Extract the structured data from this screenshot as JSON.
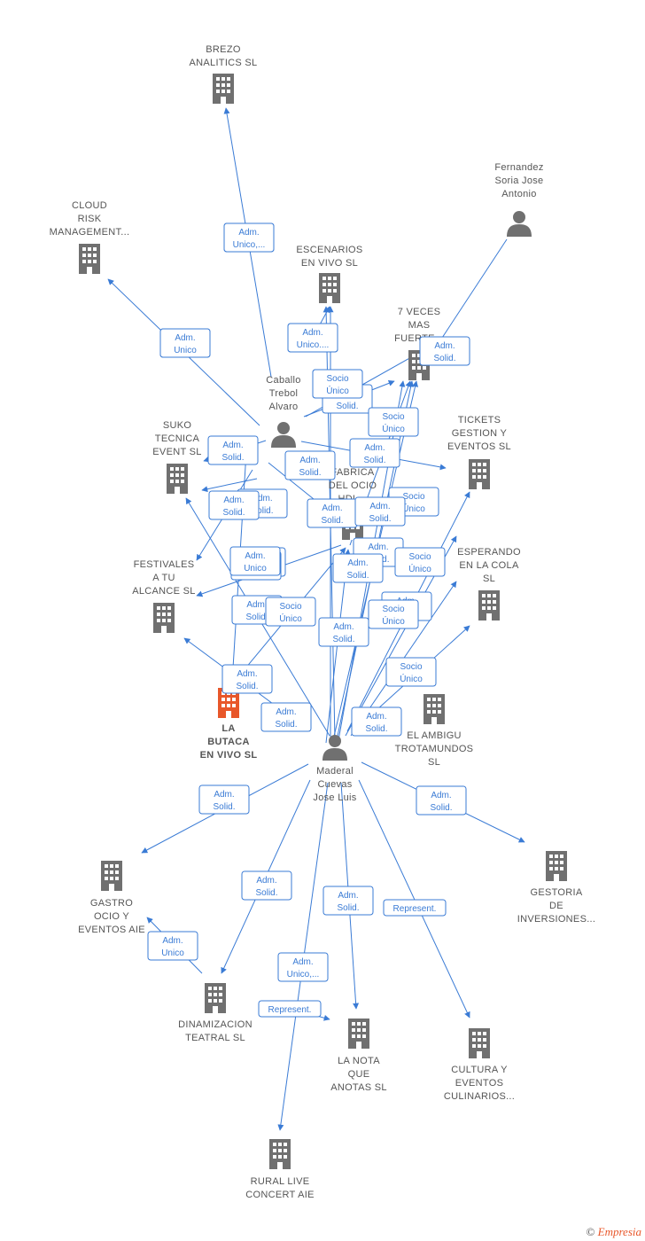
{
  "colors": {
    "edge": "#3a7bd5",
    "building": "#707070",
    "highlight": "#e8572a",
    "person": "#707070"
  },
  "footer": {
    "copyright": "©",
    "brand": "Empresia"
  },
  "nodes": [
    {
      "id": "brezo",
      "type": "building",
      "label": [
        "BREZO",
        "ANALITICS  SL"
      ]
    },
    {
      "id": "cloud",
      "type": "building",
      "label": [
        "CLOUD",
        "RISK",
        "MANAGEMENT..."
      ]
    },
    {
      "id": "escenarios",
      "type": "building",
      "label": [
        "ESCENARIOS",
        "EN VIVO  SL"
      ]
    },
    {
      "id": "fernandez",
      "type": "person",
      "label": [
        "Fernandez",
        "Soria Jose",
        "Antonio"
      ]
    },
    {
      "id": "sieteveces",
      "type": "building",
      "label": [
        "7 VECES",
        "MAS",
        "FUERTE..."
      ]
    },
    {
      "id": "caballo",
      "type": "person",
      "label": [
        "Caballo",
        "Trebol",
        "Alvaro"
      ]
    },
    {
      "id": "suko",
      "type": "building",
      "label": [
        "SUKO",
        "TECNICA",
        "EVENT  SL"
      ]
    },
    {
      "id": "tickets",
      "type": "building",
      "label": [
        "TICKETS",
        "GESTION Y",
        "EVENTOS  SL"
      ]
    },
    {
      "id": "fabrica",
      "type": "building",
      "label": [
        "FABRICA",
        "DEL OCIO",
        "HDL..."
      ]
    },
    {
      "id": "festivales",
      "type": "building",
      "label": [
        "FESTIVALES",
        "A TU",
        "ALCANCE  SL"
      ]
    },
    {
      "id": "esperando",
      "type": "building",
      "label": [
        "ESPERANDO",
        "EN LA COLA",
        "SL"
      ]
    },
    {
      "id": "labutaca",
      "type": "building",
      "main": true,
      "label": [
        "LA",
        "BUTACA",
        "EN VIVO  SL"
      ]
    },
    {
      "id": "elambigu",
      "type": "building",
      "label": [
        "EL AMBIGU",
        "TROTAMUNDOS",
        "SL"
      ]
    },
    {
      "id": "maderal",
      "type": "person",
      "label": [
        "Maderal",
        "Cuevas",
        "Jose Luis"
      ]
    },
    {
      "id": "gastro",
      "type": "building",
      "label": [
        "GASTRO",
        "OCIO Y",
        "EVENTOS AIE"
      ]
    },
    {
      "id": "gestoria",
      "type": "building",
      "label": [
        "GESTORIA",
        "DE",
        "INVERSIONES..."
      ]
    },
    {
      "id": "dinamizacion",
      "type": "building",
      "label": [
        "DINAMIZACION",
        "TEATRAL  SL"
      ]
    },
    {
      "id": "lanota",
      "type": "building",
      "label": [
        "LA NOTA",
        "QUE",
        "ANOTAS  SL"
      ]
    },
    {
      "id": "cultura",
      "type": "building",
      "label": [
        "CULTURA Y",
        "EVENTOS",
        "CULINARIOS..."
      ]
    },
    {
      "id": "rural",
      "type": "building",
      "label": [
        "RURAL LIVE",
        "CONCERT AIE"
      ]
    }
  ],
  "edge_labels": [
    [
      "Adm.",
      "Unico,..."
    ],
    [
      "Adm.",
      "Unico"
    ],
    [
      "Adm.",
      "Solid."
    ],
    [
      "Socio",
      "Único"
    ],
    [
      "Adm.",
      "Solid."
    ],
    [
      "Adm.",
      "Solid."
    ],
    [
      "Adm.",
      "Solid."
    ],
    [
      "Socio",
      "Único"
    ],
    [
      "Adm.",
      "Solid."
    ],
    [
      "Adm.",
      "Solid."
    ],
    [
      "Adm.",
      "Solid."
    ],
    [
      "Socio",
      "Único"
    ],
    [
      "Adm.",
      "Solid."
    ],
    [
      "Adm.",
      "Solid."
    ],
    [
      "Adm.",
      "Solid."
    ],
    [
      "Socio",
      "Único"
    ],
    [
      "Adm.",
      "Solid."
    ],
    [
      "Socio",
      "Único"
    ],
    [
      "Adm.",
      "Solid."
    ],
    [
      "Adm.",
      "Solid."
    ],
    [
      "Adm.",
      "Solid."
    ],
    [
      "Socio",
      "Único"
    ],
    [
      "Adm.",
      "Solid."
    ],
    [
      "Socio",
      "Único"
    ],
    [
      "Adm.",
      "Solid."
    ],
    [
      "Socio",
      "Único"
    ],
    [
      "Adm.",
      "Solid."
    ],
    [
      "Adm.",
      "Solid."
    ],
    [
      "Adm.",
      "Solid."
    ],
    [
      "Adm.",
      "Solid."
    ],
    [
      "Adm.",
      "Solid."
    ],
    [
      "Adm.",
      "Solid."
    ],
    [
      "Adm.",
      "Solid."
    ],
    [
      "Represent."
    ],
    [
      "Adm.",
      "Unico"
    ],
    [
      "Adm.",
      "Unico,..."
    ],
    [
      "Represent."
    ],
    [
      "Adm.",
      "Unico"
    ],
    [
      "Adm.",
      "Unico,..."
    ],
    [
      "Adm.",
      "Unico"
    ],
    [
      "Adm.",
      "Unico...."
    ],
    [
      "Socio",
      "Único"
    ]
  ]
}
